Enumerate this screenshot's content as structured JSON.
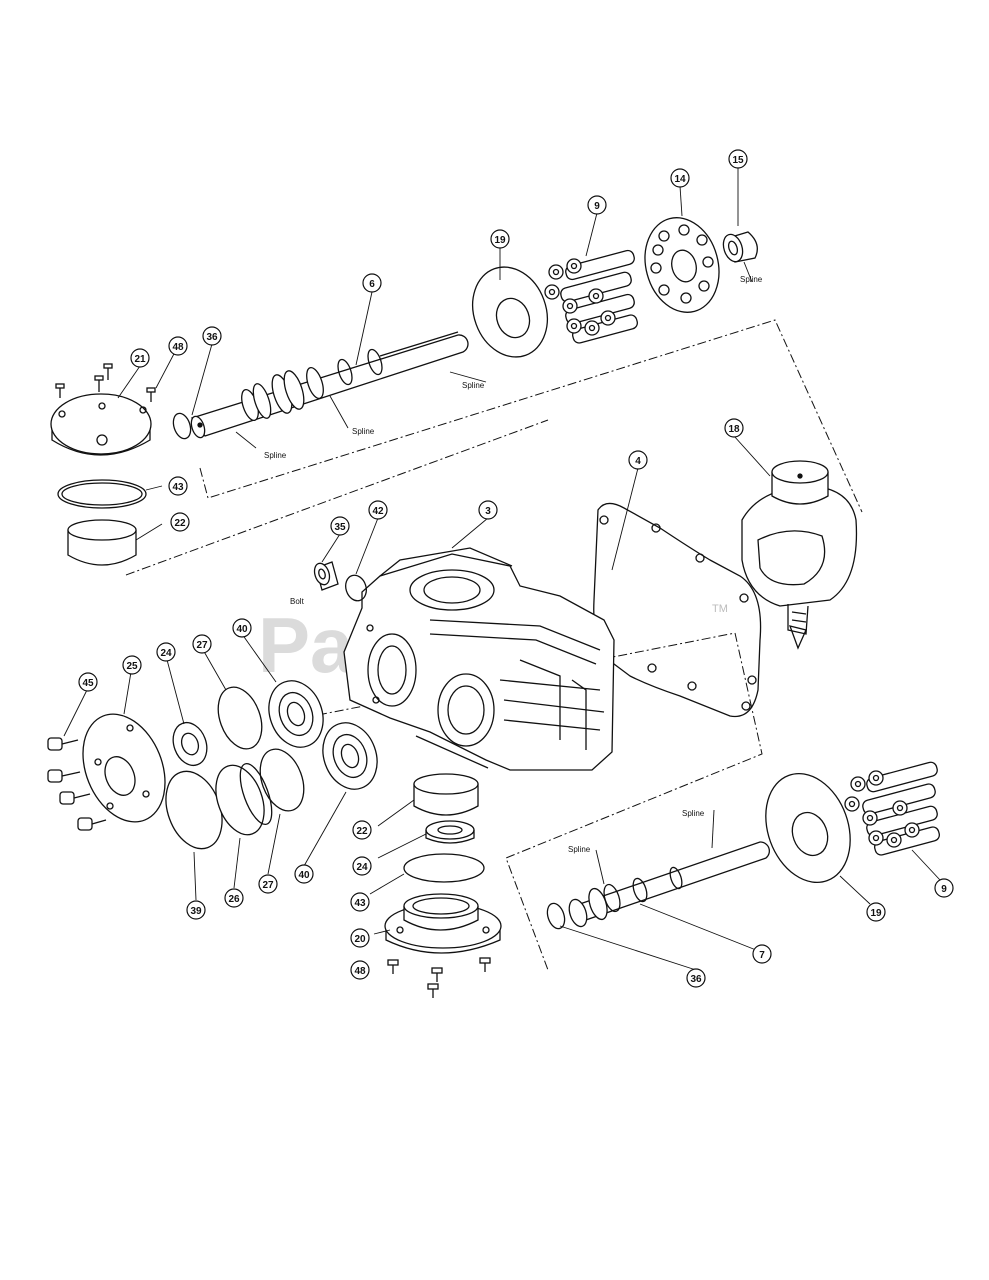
{
  "watermark": {
    "text": "PartsTree",
    "trademark": "TM"
  },
  "spline_label": "Spline",
  "bolt_label": "Bolt",
  "callouts": [
    "3",
    "4",
    "6",
    "7",
    "9",
    "14",
    "15",
    "18",
    "19",
    "20",
    "21",
    "22",
    "24",
    "25",
    "26",
    "27",
    "35",
    "36",
    "39",
    "40",
    "42",
    "43",
    "45",
    "48"
  ]
}
